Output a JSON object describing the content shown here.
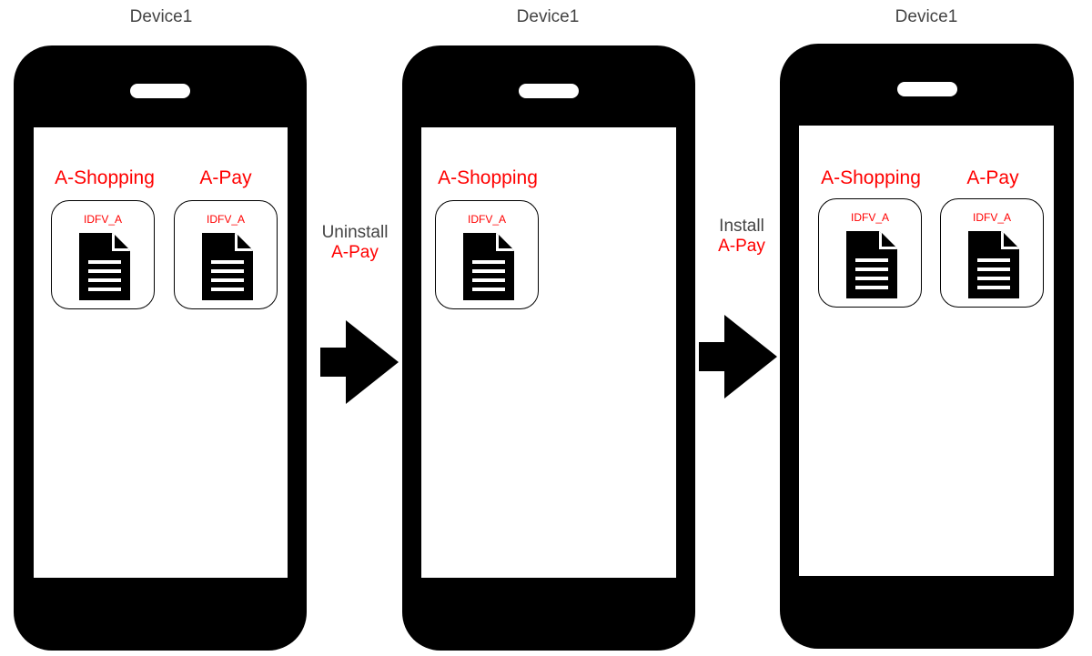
{
  "devices": [
    {
      "label": "Device1",
      "apps": [
        {
          "name": "A-Shopping",
          "idfv": "IDFV_A",
          "icon": "document-icon"
        },
        {
          "name": "A-Pay",
          "idfv": "IDFV_A",
          "icon": "document-icon"
        }
      ]
    },
    {
      "label": "Device1",
      "apps": [
        {
          "name": "A-Shopping",
          "idfv": "IDFV_A",
          "icon": "document-icon"
        }
      ]
    },
    {
      "label": "Device1",
      "apps": [
        {
          "name": "A-Shopping",
          "idfv": "IDFV_A",
          "icon": "document-icon"
        },
        {
          "name": "A-Pay",
          "idfv": "IDFV_A",
          "icon": "document-icon"
        }
      ]
    }
  ],
  "steps": [
    {
      "verb": "Uninstall",
      "object": "A-Pay",
      "icon": "arrow-right-icon"
    },
    {
      "verb": "Install",
      "object": "A-Pay",
      "icon": "arrow-right-icon"
    }
  ],
  "colors": {
    "app_name": "#ff0000",
    "device_label": "#444444",
    "phone_body": "#000000"
  }
}
